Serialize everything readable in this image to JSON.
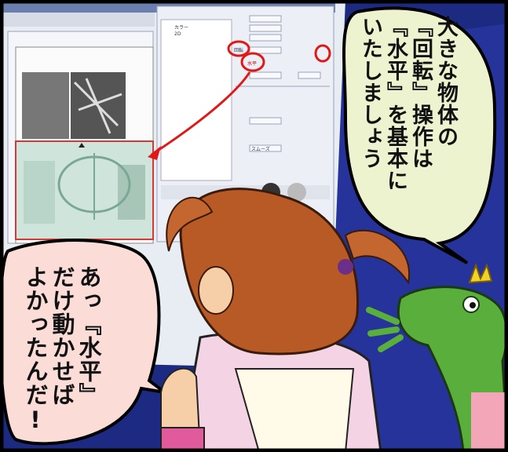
{
  "bubbles": {
    "right": "大きな物体の\n『回転』操作は\n『水平』を基本に\nいたしましょう",
    "left": "あっ『水平』\nだけ動かせば\nよかったんだ!"
  },
  "screen": {
    "layer_color": "カラー",
    "layer_2d": "2D",
    "rotate": "回転",
    "horizontal": "水平",
    "smooth": "スムーズ"
  },
  "colors": {
    "frame": "#000000",
    "night": "#1d2a82",
    "bubble_right": "#eef3cf",
    "bubble_left": "#fbdcd6",
    "hair": "#b75a26",
    "skin": "#f6cfa8",
    "frog": "#5aae3c",
    "annotation": "#e01818"
  }
}
